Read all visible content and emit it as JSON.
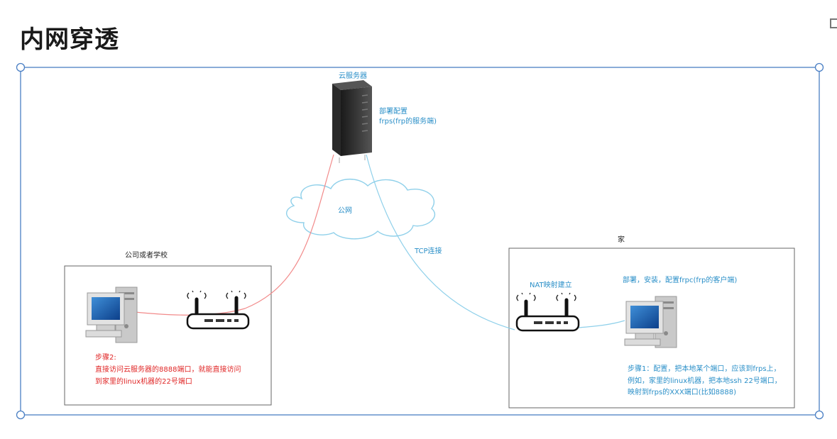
{
  "page": {
    "title": "内网穿透"
  },
  "cloud_server": {
    "label": "云服务器",
    "config_line1": "部署配置",
    "config_line2": "frps(frp的服务端)"
  },
  "internet": {
    "label": "公网"
  },
  "tcp": {
    "label": "TCP连接"
  },
  "company": {
    "title": "公司或者学校",
    "step_title": "步骤2:",
    "step_line1": "直接访问云服务器的8888端口，就能直接访问",
    "step_line2": "到家里的linux机器的22号端口"
  },
  "home": {
    "title": "家",
    "nat_label": "NAT映射建立",
    "deploy_label": "部署，安装，配置frpc(frp的客户端)",
    "step_line1": "步骤1：配置，把本地某个端口，应该到frps上，",
    "step_line2": "例如，家里的linux机器，把本地ssh 22号端口，",
    "step_line3": "映射到frps的XXX端口(比如8888)"
  },
  "colors": {
    "accent_blue": "#2a8fc8",
    "warning_red": "#e02626",
    "red_link": "#f28a8a",
    "blue_link": "#8fd0ea",
    "selection_frame": "#4a7fc4"
  }
}
